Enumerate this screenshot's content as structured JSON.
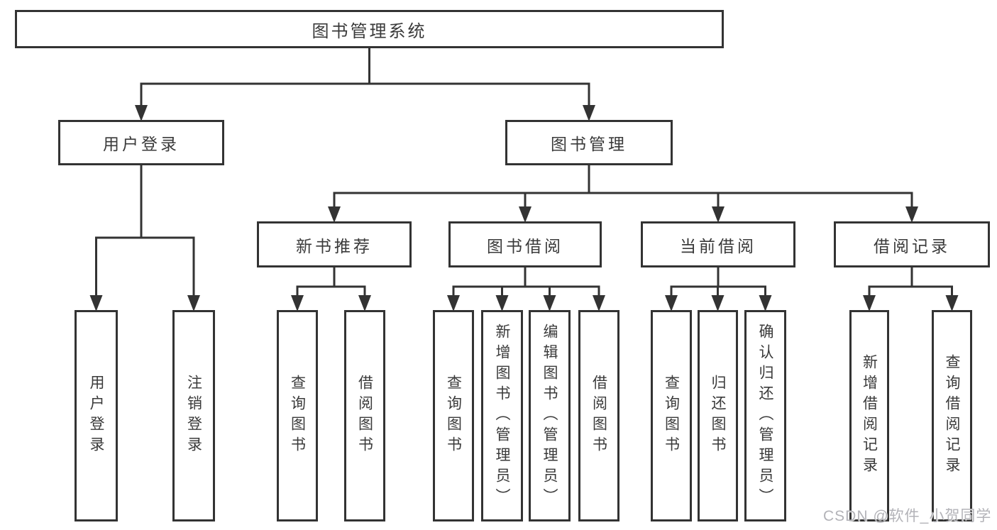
{
  "diagram_title": "图书管理系统",
  "watermark": {
    "text": "CSDN @软件_小贺同学",
    "color": "#b3b3b8"
  },
  "colors": {
    "line": "#333333",
    "text": "#3a3a3a",
    "background": "#ffffff"
  },
  "nodes": {
    "root": "图书管理系统",
    "user-login": "用户登录",
    "book-management": "图书管理",
    "new-book-recommend": "新书推荐",
    "book-borrowing": "图书借阅",
    "current-borrowing": "当前借阅",
    "borrowing-records": "借阅记录",
    "leaf-user-login": "用户登录",
    "leaf-logout-login": "注销登录",
    "leaf-query-books-1": "查询图书",
    "leaf-borrow-books-1": "借阅图书",
    "leaf-query-books-2": "查询图书",
    "leaf-add-books-admin": "新增图书（管理员）",
    "leaf-edit-books-admin": "编辑图书（管理员）",
    "leaf-borrow-books-2": "借阅图书",
    "leaf-query-books-3": "查询图书",
    "leaf-return-books": "归还图书",
    "leaf-confirm-return-admin": "确认归还（管理员）",
    "leaf-add-borrow-record": "新增借阅记录",
    "leaf-query-borrow-record": "查询借阅记录"
  },
  "tree": {
    "root": "图书管理系统",
    "children": [
      {
        "label": "用户登录",
        "children": [
          "用户登录",
          "注销登录"
        ]
      },
      {
        "label": "图书管理",
        "children": [
          {
            "label": "新书推荐",
            "children": [
              "查询图书",
              "借阅图书"
            ]
          },
          {
            "label": "图书借阅",
            "children": [
              "查询图书",
              "新增图书（管理员）",
              "编辑图书（管理员）",
              "借阅图书"
            ]
          },
          {
            "label": "当前借阅",
            "children": [
              "查询图书",
              "归还图书",
              "确认归还（管理员）"
            ]
          },
          {
            "label": "借阅记录",
            "children": [
              "新增借阅记录",
              "查询借阅记录"
            ]
          }
        ]
      }
    ]
  }
}
